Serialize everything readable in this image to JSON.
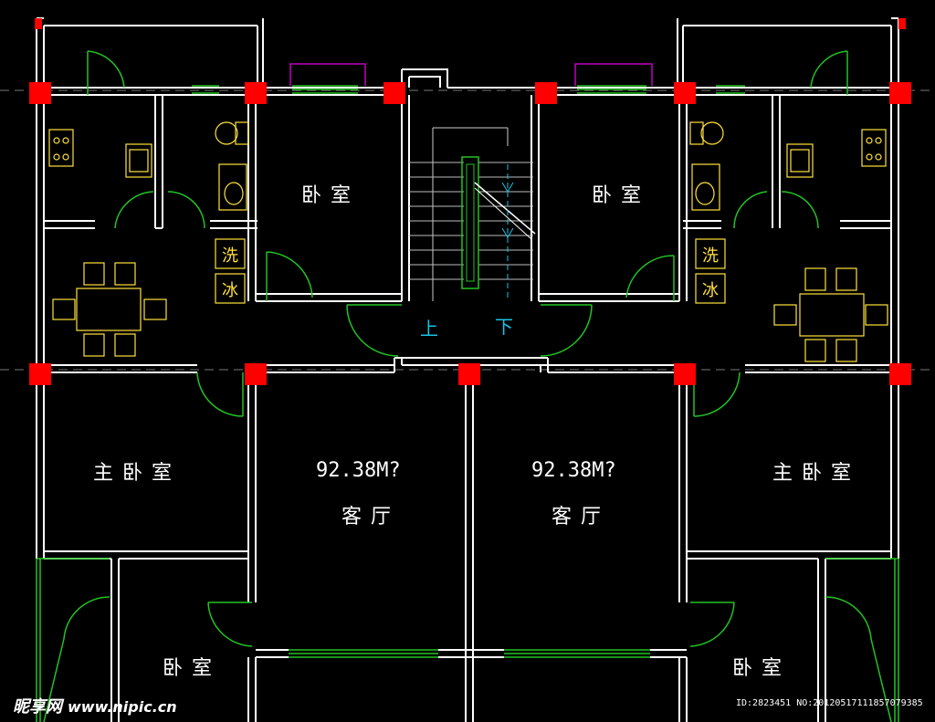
{
  "rooms": {
    "bedroom_tl": "卧室",
    "bedroom_tr": "卧室",
    "master_left": "主卧室",
    "master_right": "主卧室",
    "living_left": "客厅",
    "living_right": "客厅",
    "bedroom_bl": "卧室",
    "bedroom_br": "卧室"
  },
  "areas": {
    "left": "92.38M?",
    "right": "92.38M?"
  },
  "stairs": {
    "up": "上",
    "down": "下"
  },
  "fixtures": {
    "wash": "洗",
    "fridge": "冰"
  },
  "watermark": {
    "brand": "昵享网",
    "url": "www.nipic.cn"
  },
  "image_id": "ID:2823451 NO:20120517111857079385",
  "colors": {
    "wall": "#ffffff",
    "column": "#ff0000",
    "door": "#22c322",
    "furniture": "#ffe23c",
    "stair_text": "#19c3e6",
    "window_top": "#c000c0"
  }
}
